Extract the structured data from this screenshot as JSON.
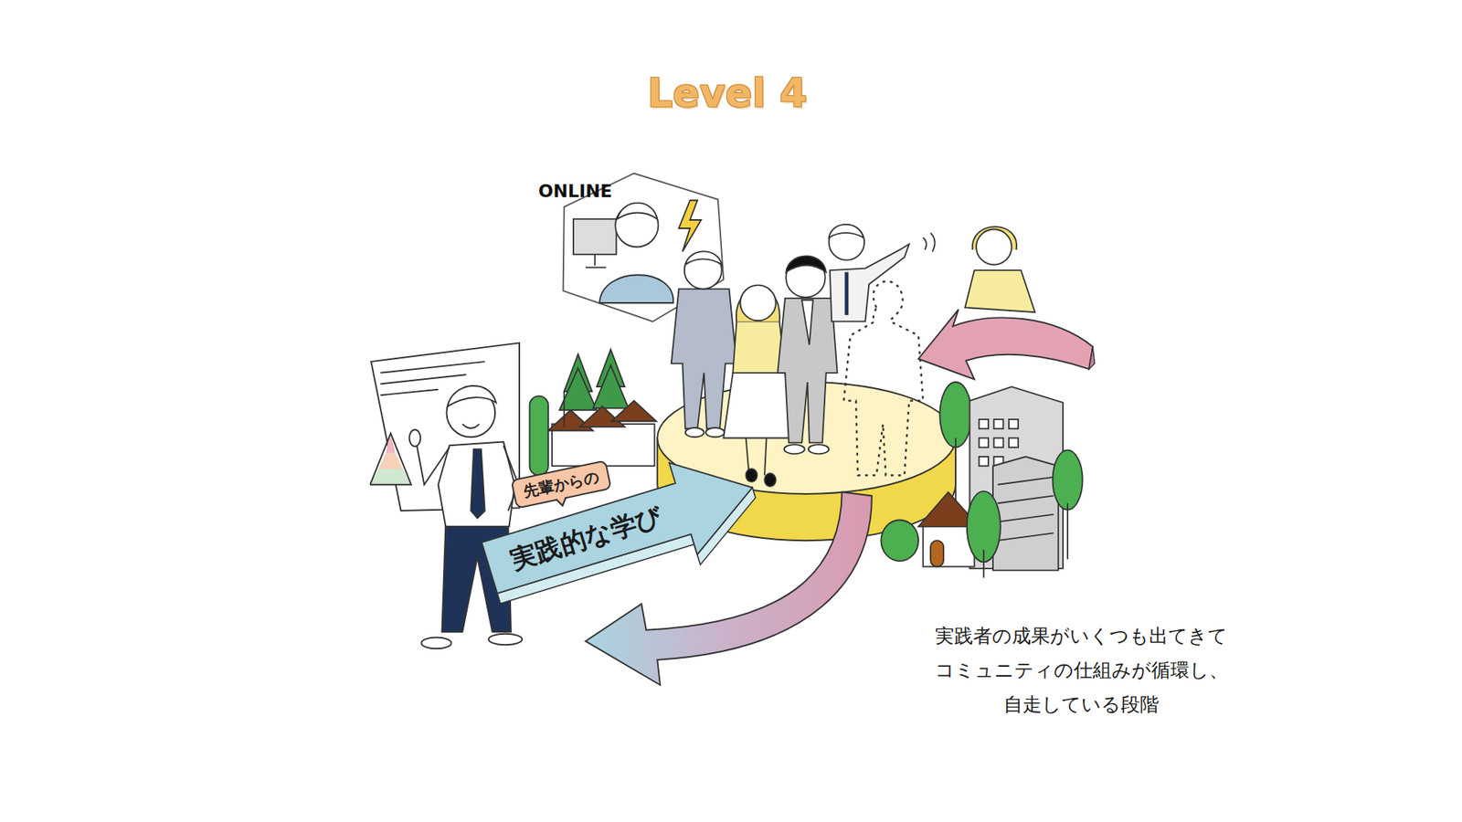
{
  "diagram": {
    "title": "Level 4",
    "caption": "実践者の成果がいくつも出てきて コミュニティの仕組みが循環し、 自走している段階",
    "nodes": [
      {
        "text": [
          "先輩からの"
        ]
      },
      {
        "text": [
          "実践的な学び"
        ]
      }
    ],
    "labels": [
      "ONLINE"
    ]
  }
}
